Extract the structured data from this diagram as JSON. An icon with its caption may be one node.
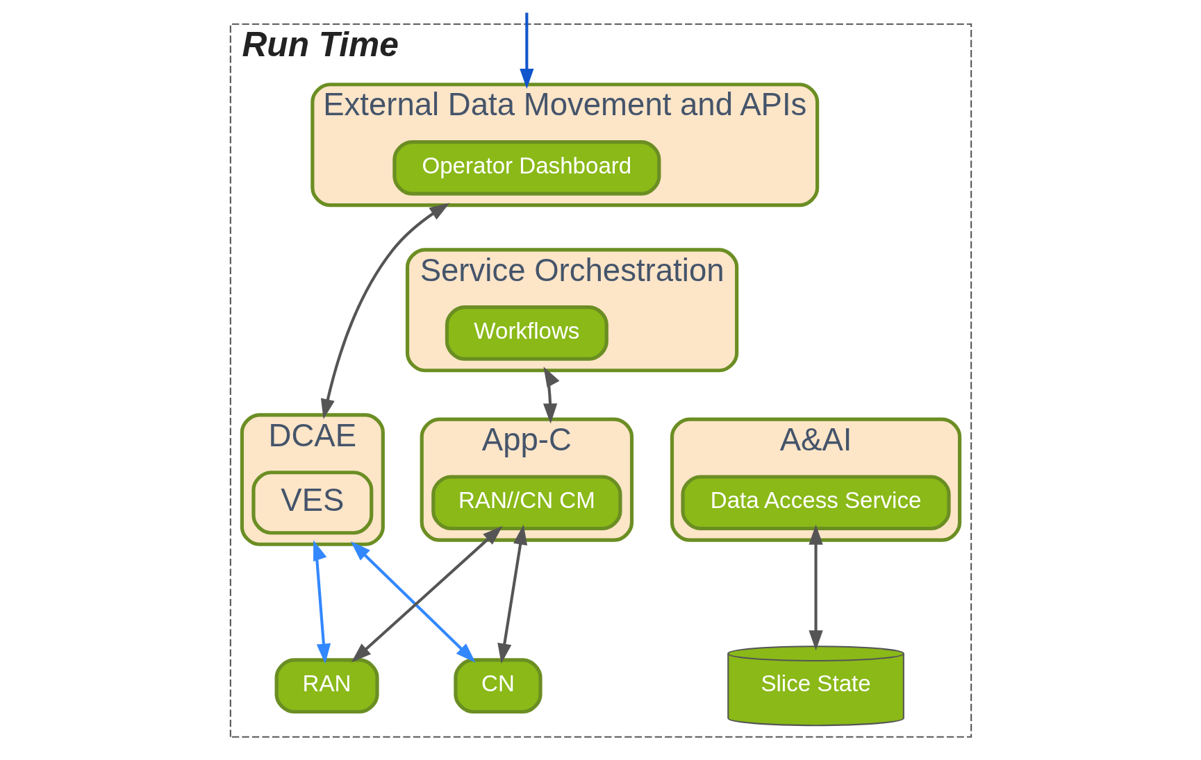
{
  "diagram": {
    "nodes": [
      {
        "text": [
          "Run Time"
        ]
      },
      {
        "text": [
          "External Data Movement and APIs"
        ],
        "in": 0
      },
      {
        "text": [
          "Operator Dashboard"
        ],
        "in": 1
      },
      {
        "text": [
          "Service Orchestration"
        ],
        "in": 0
      },
      {
        "text": [
          "Workflows"
        ],
        "in": 3
      },
      {
        "text": [
          "A&AI"
        ],
        "in": 0
      },
      {
        "text": [
          "Data Access Service"
        ],
        "in": 5
      },
      {
        "text": [
          "DCAE"
        ],
        "in": 0
      },
      {
        "text": [
          "VES"
        ],
        "in": 7
      },
      {
        "text": [
          "App-C"
        ],
        "in": 0
      },
      {
        "text": [
          "RAN//CN CM"
        ],
        "in": 9
      },
      {
        "text": [
          "Slice State"
        ],
        "in": 0
      },
      {
        "text": [
          "RAN"
        ],
        "in": 0
      },
      {
        "text": [
          "CN"
        ],
        "in": 0
      }
    ],
    "edges": [
      {
        "from": null,
        "to": 1,
        "arrow": "to",
        "color": "#1155cc"
      },
      {
        "from": 1,
        "to": 7,
        "arrow": "both"
      },
      {
        "from": 3,
        "to": 9,
        "arrow": "both"
      },
      {
        "from": 6,
        "to": 11,
        "arrow": "both"
      },
      {
        "from": 10,
        "to": 12,
        "arrow": "both"
      },
      {
        "from": 10,
        "to": 13,
        "arrow": "both"
      },
      {
        "from": 12,
        "to": 7,
        "arrow": "both",
        "color": "#3388ff"
      },
      {
        "from": 13,
        "to": 7,
        "arrow": "both",
        "color": "#3388ff"
      }
    ]
  }
}
